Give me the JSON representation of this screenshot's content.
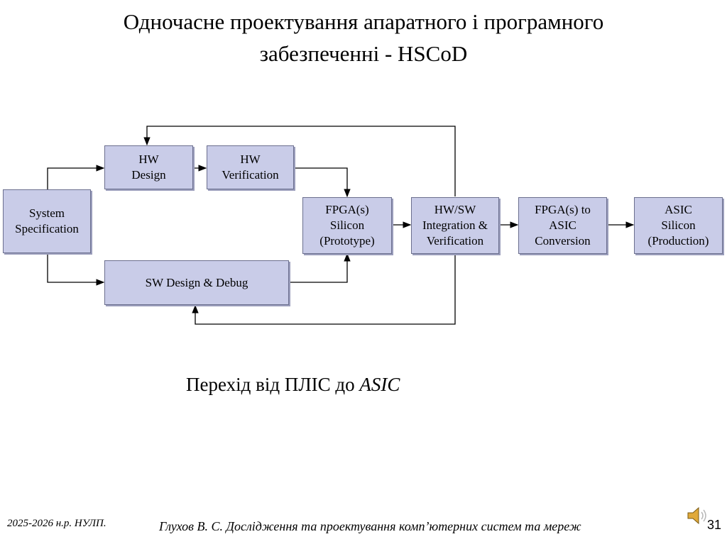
{
  "title": {
    "line1": "Одночасне проектування апаратного і програмного",
    "line2": "забезпеченні - HSCoD"
  },
  "diagram": {
    "boxes": {
      "system_spec": [
        "System",
        "Specification"
      ],
      "hw_design": [
        "HW",
        "Design"
      ],
      "hw_verification": [
        "HW",
        "Verification"
      ],
      "fpga_silicon": [
        "FPGA(s)",
        "Silicon",
        "(Prototype)"
      ],
      "sw_design": [
        "SW Design & Debug"
      ],
      "hwsw_integration": [
        "HW/SW",
        "Integration &",
        "Verification"
      ],
      "fpga_to_asic": [
        "FPGA(s) to",
        "ASIC",
        "Conversion"
      ],
      "asic_silicon": [
        "ASIC",
        "Silicon",
        "(Production)"
      ]
    },
    "box_color": "#c9cce8",
    "line_color": "#000000"
  },
  "subtitle": {
    "text": "Перехід від ПЛІС до ",
    "emphasis": "ASIC"
  },
  "footer": {
    "left": "2025-2026 н.р. НУЛП.",
    "center": "Глухов В. С. Дослідження та проектування комп’ютерних систем та мереж",
    "page_number": "31"
  },
  "icons": {
    "speaker": "speaker-icon"
  }
}
